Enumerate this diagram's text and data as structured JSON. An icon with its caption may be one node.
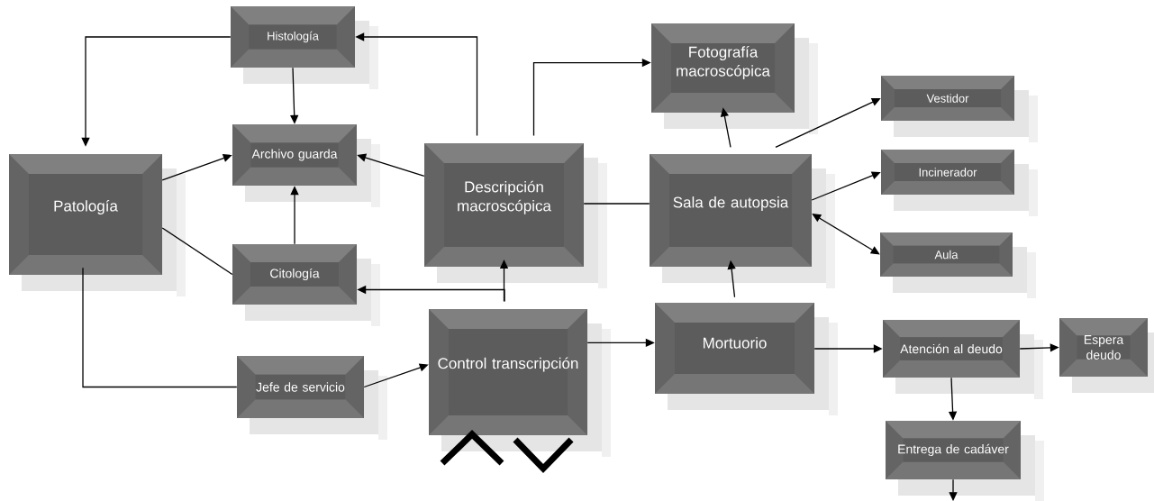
{
  "diagram": {
    "nodes": [
      {
        "text": [
          "Histología"
        ]
      },
      {
        "text": [
          "Patología"
        ]
      },
      {
        "text": [
          "Archivo guarda"
        ]
      },
      {
        "text": [
          "Citología"
        ]
      },
      {
        "text": [
          "Descripción macroscópica"
        ]
      },
      {
        "text": [
          "Fotografía macroscópica"
        ]
      },
      {
        "text": [
          "Sala de autopsia"
        ]
      },
      {
        "text": [
          "Vestidor"
        ]
      },
      {
        "text": [
          "Incinerador"
        ]
      },
      {
        "text": [
          "Aula"
        ]
      },
      {
        "text": [
          "Control transcripción"
        ]
      },
      {
        "text": [
          "Jefe de servicio"
        ]
      },
      {
        "text": [
          "Mortuorio"
        ]
      },
      {
        "text": [
          "Atención al deudo"
        ]
      },
      {
        "text": [
          "Espera deudo"
        ]
      },
      {
        "text": [
          "Entrega de cadáver"
        ]
      }
    ],
    "edges": [
      {
        "from": 0,
        "to": 1,
        "arrow": "to"
      },
      {
        "from": 0,
        "to": 2,
        "arrow": "to"
      },
      {
        "from": 4,
        "to": 0,
        "arrow": "to"
      },
      {
        "from": 4,
        "to": 5,
        "arrow": "to"
      },
      {
        "from": 1,
        "to": 2,
        "arrow": "to"
      },
      {
        "from": 4,
        "to": 2,
        "arrow": "to"
      },
      {
        "from": 1,
        "to": 3,
        "arrow": "none"
      },
      {
        "from": 3,
        "to": 2,
        "arrow": "to"
      },
      {
        "from": 4,
        "to": 6,
        "arrow": "none"
      },
      {
        "from": 6,
        "to": 5,
        "arrow": "to"
      },
      {
        "from": 6,
        "to": 7,
        "arrow": "to"
      },
      {
        "from": 6,
        "to": 8,
        "arrow": "to"
      },
      {
        "from": 6,
        "to": 9,
        "arrow": "both"
      },
      {
        "from": 10,
        "to": 4,
        "arrow": "to"
      },
      {
        "from": 10,
        "to": 3,
        "arrow": "to"
      },
      {
        "from": 1,
        "to": 11,
        "arrow": "none"
      },
      {
        "from": 11,
        "to": 10,
        "arrow": "to"
      },
      {
        "from": 10,
        "to": 12,
        "arrow": "to"
      },
      {
        "from": 12,
        "to": 6,
        "arrow": "to"
      },
      {
        "from": 12,
        "to": 13,
        "arrow": "to"
      },
      {
        "from": 13,
        "to": 14,
        "arrow": "to"
      },
      {
        "from": 13,
        "to": 15,
        "arrow": "to"
      },
      {
        "from": 15,
        "to": null,
        "arrow": "to"
      }
    ]
  }
}
